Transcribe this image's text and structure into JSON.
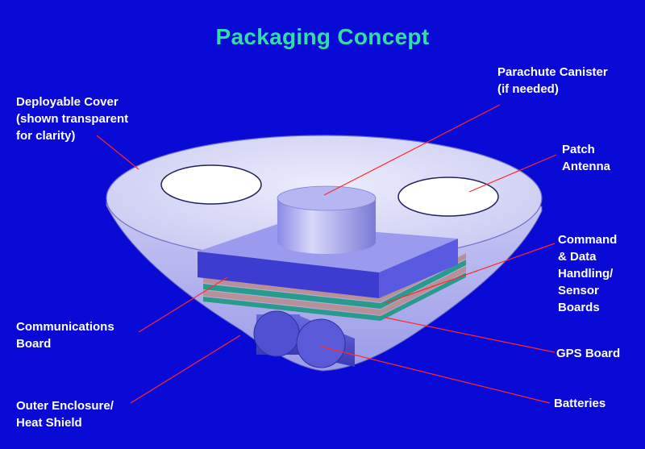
{
  "title": "Packaging Concept",
  "colors": {
    "background": "#0a0ad6",
    "title": "#33ddaa",
    "label_text": "#ffffff",
    "leader_line": "#ff2a2a"
  },
  "labels": {
    "deployable_cover": [
      "Deployable Cover",
      "(shown transparent",
      "for clarity)"
    ],
    "parachute_canister": [
      "Parachute Canister",
      "(if needed)"
    ],
    "patch_antenna": [
      "Patch",
      "Antenna"
    ],
    "cdh_boards": [
      "Command",
      "& Data",
      "Handling/",
      "Sensor",
      "Boards"
    ],
    "communications_board": [
      "Communications",
      "Board"
    ],
    "gps_board": [
      "GPS Board"
    ],
    "batteries": [
      "Batteries"
    ],
    "outer_enclosure": [
      "Outer Enclosure/",
      "Heat Shield"
    ]
  }
}
